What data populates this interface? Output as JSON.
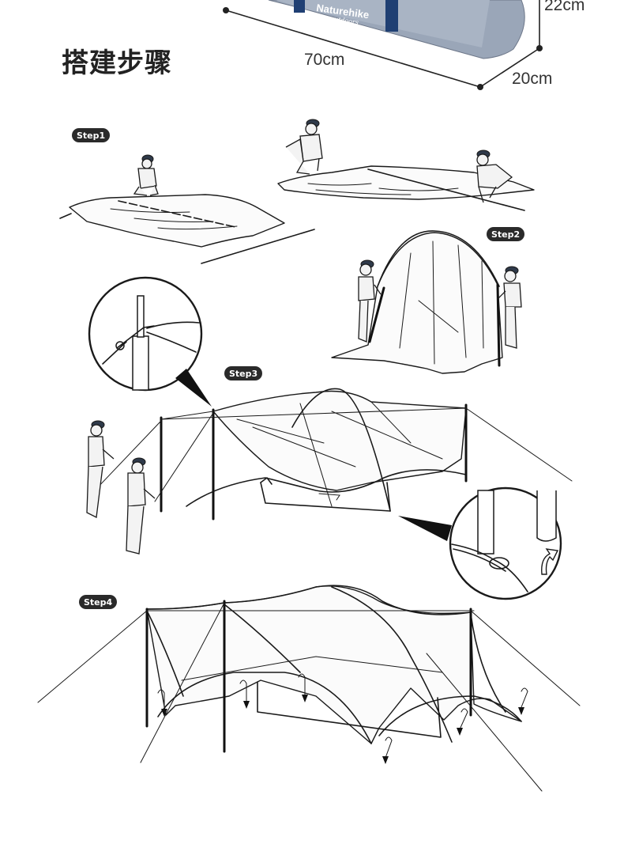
{
  "page": {
    "title": "搭建步骤"
  },
  "bag": {
    "brand": "Naturehike",
    "brand_sub": "outdoors",
    "length_label": "70cm",
    "depth_label": "20cm",
    "height_label": "22cm",
    "colors": {
      "bag_body": "#9aa6b8",
      "bag_strap": "#1f3f73"
    }
  },
  "steps": [
    {
      "label": "Step1"
    },
    {
      "label": "Step2"
    },
    {
      "label": "Step3"
    },
    {
      "label": "Step4"
    }
  ],
  "colors": {
    "badge": "#2a2a2a",
    "ink": "#1a1a1a",
    "background": "#ffffff"
  }
}
